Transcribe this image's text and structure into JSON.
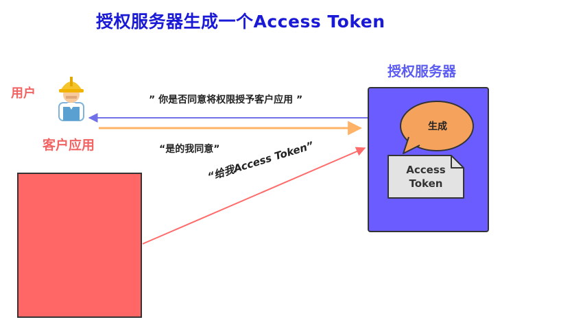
{
  "title": "授权服务器生成一个Access Token",
  "user_label": "用户",
  "client_label": "客户应用",
  "server_label": "授权服务器",
  "messages": {
    "ask_consent": "” 你是否同意将权限授予客户应用 ”",
    "consent_reply": "“是的我同意”",
    "request_token": "“给我Access Token”"
  },
  "server": {
    "bubble_text": "生成",
    "token_line1": "Access",
    "token_line2": "Token"
  },
  "colors": {
    "title": "#1a1ad6",
    "red_label": "#f06464",
    "server_label": "#5c5cf0",
    "client_box": "#ff6666",
    "server_box": "#6b5cff",
    "bubble": "#f5a35c",
    "arrow_ask": "#7070e8",
    "arrow_reply": "#ffb366",
    "arrow_request": "#ff6b6b"
  },
  "icons": [
    "user-worker-icon"
  ]
}
